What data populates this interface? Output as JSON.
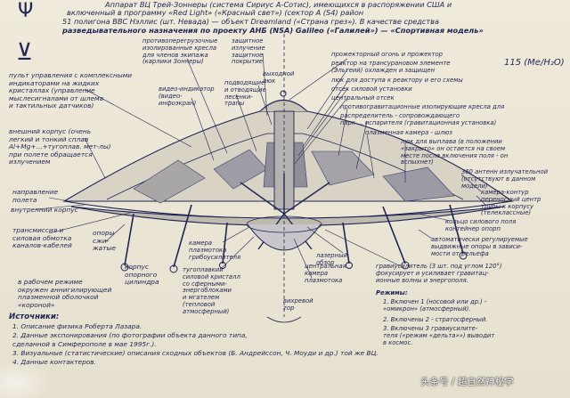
{
  "header": {
    "line1": "Аппарат ВЦ Трей-Зоннеры (система Сириус А-Сотис), имеющихся в распоряжении США и",
    "line2": "включенный в программу «Red Light» («Красный свет») (сектор А (S4) район",
    "line3": "51 полигона ВВС Нэллис (шт. Невада) — объект Dreamland («Страна грез»). В качестве средства",
    "line4": "разведывательного назначения по проекту АНБ (NSA) Galileo («Галилей») — «Спортивная модель»"
  },
  "formula": "115 (Me/H₂O)",
  "labels": {
    "l_control": "пульт управления с комплексными|индикаторами на жидких|кристаллах (управление|мыслесигналами от шлема|и тактильных датчиков)",
    "l_outer_hull": "внешний корпус (очень|легкий и тонкий сплав|Al+Mg+...+тугоплав. мет-лы)|при полете обращается|излучением",
    "l_direction": "направление|полета",
    "l_inner_hull": "внутренний корпус",
    "l_transmission": "трансмиссия и|силовая обмотка|каналов-кабелей",
    "l_supports": "опоры|сжи-|жатые",
    "l_support_case": "корпус|опорного|цилиндра",
    "l_work_mode": "в рабочем режиме|окружен аннигилирующей|плазменной оболочкой|«короной»",
    "l_seats": "противоперегрузочные|изолированные кресла|для членов экипажа|(карлики Зоннеры)",
    "l_protective": "защитное|излучение|защитное|покрытие",
    "l_video": "видео-индикатор|(видео-|инфоэкран)",
    "l_corridor": "подводящие|и отводящие|лесенки-|трапы",
    "l_hatch": "выходной|люк",
    "l_floodlight": "прожекторный огонь и прожектор",
    "l_reactor": "реактор на трансурановом элементе|(Эльтеий) охлажден и защищен",
    "l_reactor_hatch": "люк для доступа к реактору и его схемы",
    "l_power": "отсек силовой установки",
    "l_central": "центральный отсек",
    "l_gravity": "противогравитационные изолирующие кресла для",
    "l_distributor": "распределитель - сопровождающего|парк ... испарителя (гравитационная установка)",
    "l_plasma_chamber": "плазменная камера - шлюз",
    "l_docking": "люк для выплава (в положении|«закрыто» он остается на своем|месте после включения поля - он|вспыхнет)",
    "l_antennas": "360 антенн излучательной|(отсутствуют в данном|модели)",
    "l_canal_contour": "камера-контур|переносный центр|трубы к корпусу|(телеклассные)",
    "l_ring_contour": "кольцо силового поля|контейнер опорп",
    "l_automatic": "автоматически регулируемые|выдвижные опоры в зависи-|мости от рельефа",
    "l_gravity_amp": "гравиусилитель (3 шт. под углом 120°)|фокусирует и усиливает гравитац-|ионные волны и энергополя.",
    "l_mode": "Режимы:",
    "l_mode1": "1. Включен 1 (носовой или др.) -|«омикрон» (атмосферный).",
    "l_mode2": "2. Включены 2 - стратосферный.",
    "l_mode3": "3. Включены 3 гравиусилите-|теля («режим «дельта»») выводит|в космос.",
    "l_camera": "камера|плазмотока|грибоусилителя",
    "l_tugoplav": "тугоплавкий|силовой кристалл|со сферными-|энергоблоками|и мгателем|(тепловой|атмосферный)",
    "l_bottom_view": "лазерный|обзор",
    "l_central_cam": "центральная|камера|плазмотока",
    "l_vortex": "вихревой|тор"
  },
  "sources": {
    "title": "Источники:",
    "items": [
      "1. Описание физика Роберта Лазара.",
      "2. Данные экспонирования (по фотографии объекта данного типа,",
      "   сделанной в Симферополе в мае 1995г.).",
      "3. Визуальные (статистические) описания сходных объектов (Б. Андрейссон, Ч. Моуди и др.) той же ВЦ.",
      "4. Данные контактеров."
    ]
  },
  "watermark": "头条号 / 超自然神秘学",
  "colors": {
    "ink": "#1f2554",
    "paper": "#ebe6d6",
    "ink_fill": "#7f86a8"
  }
}
